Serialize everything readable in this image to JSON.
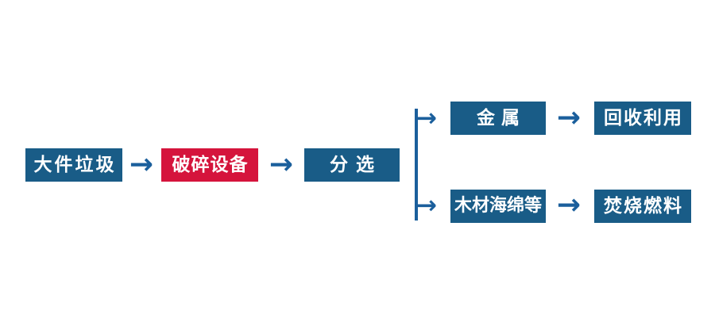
{
  "diagram": {
    "nodes": {
      "bulky_waste": {
        "label": "大件垃圾",
        "color": "#195C87"
      },
      "crushing_equipment": {
        "label": "破碎设备",
        "color": "#D5143C"
      },
      "sorting": {
        "label": "分选",
        "color": "#195C87"
      },
      "metal": {
        "label": "金属",
        "color": "#195C87"
      },
      "recycling": {
        "label": "回收利用",
        "color": "#195C87"
      },
      "wood_sponge_etc": {
        "label": "木材海绵等",
        "color": "#195C87"
      },
      "incineration_fuel": {
        "label": "焚烧燃料",
        "color": "#195C87"
      }
    },
    "glyphs": {
      "flow_arrow": "→"
    },
    "colors": {
      "node_blue": "#195C87",
      "node_red": "#D5143C",
      "arrow_blue": "#1B5F9C",
      "text": "#FFFFFF",
      "background": "#FFFFFF"
    }
  }
}
